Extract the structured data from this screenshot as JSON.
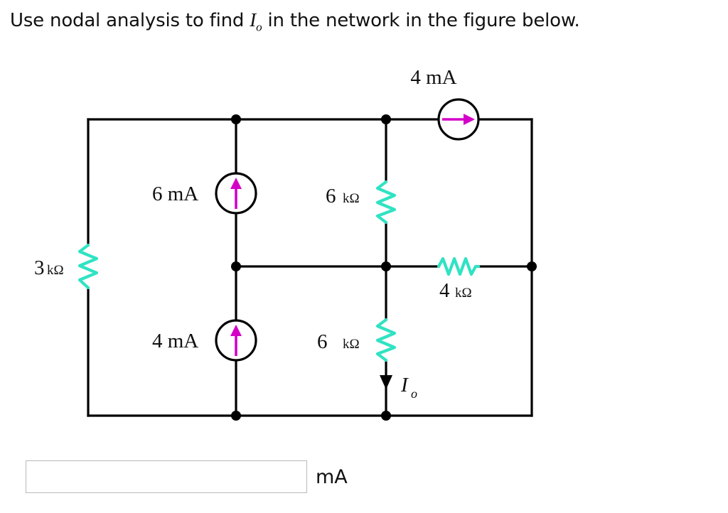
{
  "question": {
    "text_before": "Use nodal analysis to find ",
    "variable": "I",
    "variable_sub": "o",
    "text_after": " in the network in the figure below."
  },
  "circuit": {
    "title": "nodal-analysis-network",
    "colors": {
      "wire": "#000000",
      "resistor": "#2fe3c3",
      "source_arrow": "#d400c8",
      "node": "#000000"
    },
    "components": [
      {
        "id": "source-4ma-top",
        "kind": "current-source",
        "orientation": "horizontal",
        "arrow_direction": "right",
        "label": "4 mA"
      },
      {
        "id": "source-6ma",
        "kind": "current-source",
        "orientation": "vertical",
        "arrow_direction": "up",
        "label": "6 mA"
      },
      {
        "id": "source-4ma-bottom",
        "kind": "current-source",
        "orientation": "vertical",
        "arrow_direction": "up",
        "label": "4 mA"
      },
      {
        "id": "resistor-3k",
        "kind": "resistor",
        "orientation": "vertical",
        "value": "3",
        "unit": "kΩ"
      },
      {
        "id": "resistor-6k-top",
        "kind": "resistor",
        "orientation": "vertical",
        "value": "6",
        "unit": "kΩ"
      },
      {
        "id": "resistor-6k-bottom",
        "kind": "resistor",
        "orientation": "vertical",
        "value": "6",
        "unit": "kΩ"
      },
      {
        "id": "resistor-4k",
        "kind": "resistor",
        "orientation": "horizontal",
        "value": "4",
        "unit": "kΩ"
      }
    ],
    "labels": {
      "top_source": "4 mA",
      "mid_source": "6 mA",
      "lower_source": "4 mA",
      "left_resistor_value": "3",
      "left_resistor_unit": "kΩ",
      "upper_mid_resistor_value": "6",
      "upper_mid_resistor_unit": "kΩ",
      "lower_mid_resistor_value": "6",
      "lower_mid_resistor_unit": "kΩ",
      "right_resistor_value": "4",
      "right_resistor_unit": "kΩ",
      "output_current": "I",
      "output_current_sub": "o"
    }
  },
  "answer": {
    "value": "",
    "placeholder": "",
    "unit": "mA"
  }
}
